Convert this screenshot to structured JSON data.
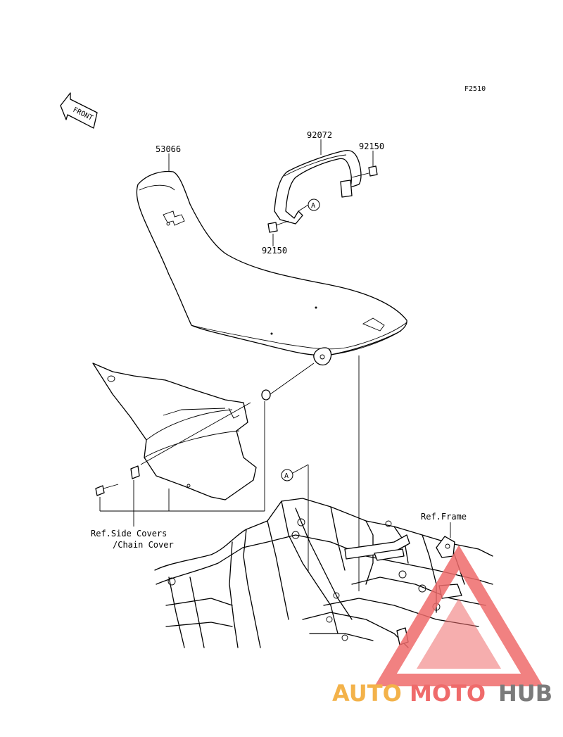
{
  "figure_code": "F2510",
  "direction_label": "FRONT",
  "parts": {
    "seat": "53066",
    "grab_rail": "92072",
    "bolt_right": "92150",
    "bolt_left": "92150"
  },
  "reference_markers": {
    "upper": "A",
    "lower": "A"
  },
  "references": {
    "side_covers_line1": "Ref.Side Covers",
    "side_covers_line2": "/Chain Cover",
    "frame": "Ref.Frame"
  },
  "watermark": {
    "part1": "AUTO",
    "part2": "MOTO",
    "part3": "HUB",
    "colors": {
      "auto": "#f3b24a",
      "moto": "#ef6b6b",
      "hub": "#7b7b7b"
    }
  }
}
